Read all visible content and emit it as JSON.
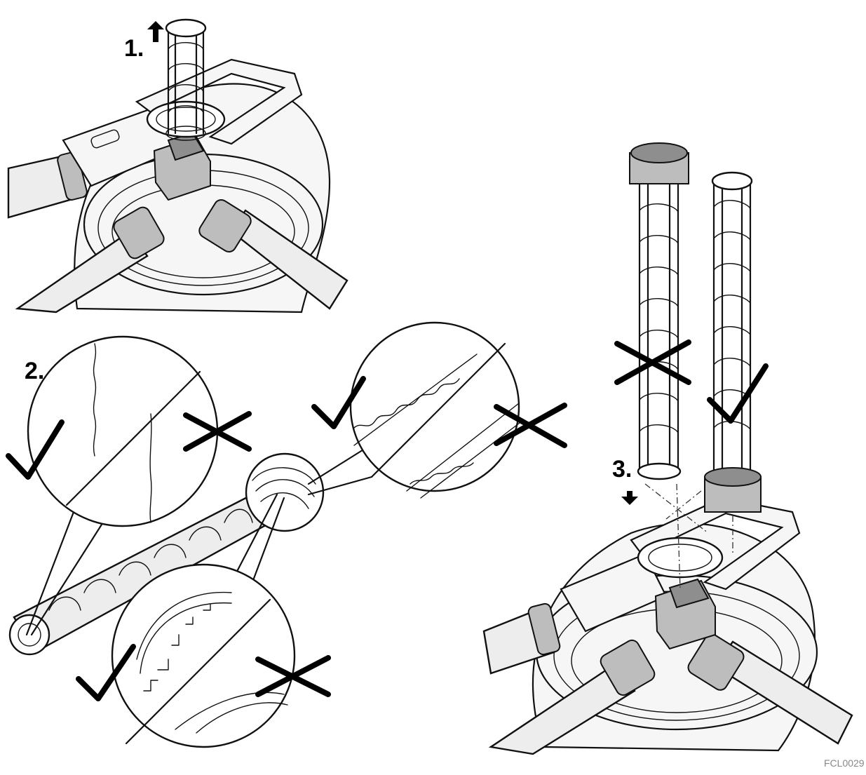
{
  "steps": {
    "step1": "1.",
    "step2": "2.",
    "step3": "3."
  },
  "figure_code": "FCL0029",
  "colors": {
    "line": "#111111",
    "shade": "#bdbdbd",
    "dark_shade": "#8e8e8e",
    "code_text": "#888888"
  },
  "icons": {
    "correct": "check-mark-icon",
    "incorrect": "cross-mark-icon",
    "direction": "arrow-icon"
  }
}
